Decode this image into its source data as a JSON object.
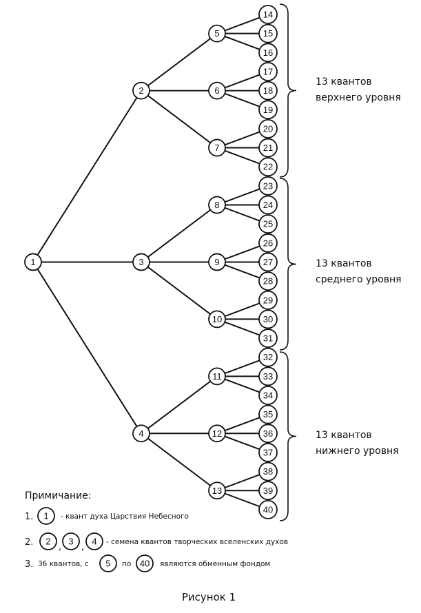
{
  "nodes": [
    "1",
    "2",
    "3",
    "4",
    "5",
    "6",
    "7",
    "8",
    "9",
    "10",
    "11",
    "12",
    "13",
    "14",
    "15",
    "16",
    "17",
    "18",
    "19",
    "20",
    "21",
    "22",
    "23",
    "24",
    "25",
    "26",
    "27",
    "28",
    "29",
    "30",
    "31",
    "32",
    "33",
    "34",
    "35",
    "36",
    "37",
    "38",
    "39",
    "40"
  ],
  "groups": [
    {
      "line1": "13 квантов",
      "line2": "верхнего уровня"
    },
    {
      "line1": "13 квантов",
      "line2": "среднего уровня"
    },
    {
      "line1": "13 квантов",
      "line2": "нижнего уровня"
    }
  ],
  "note": {
    "title": "Примичание:",
    "item1": {
      "num": "1.",
      "circles": [
        "1"
      ],
      "text": "- квант духа Царствия Небесного"
    },
    "item2": {
      "num": "2.",
      "circles": [
        "2",
        "3",
        "4"
      ],
      "text": "- семена квантов творческих вселенских духов"
    },
    "item3": {
      "num": "3.",
      "prefix": "36 квантов, с",
      "circle_a": "5",
      "middle": "по",
      "circle_b": "40",
      "suffix": "являются обменным фондом"
    }
  },
  "caption": "Рисунок 1"
}
